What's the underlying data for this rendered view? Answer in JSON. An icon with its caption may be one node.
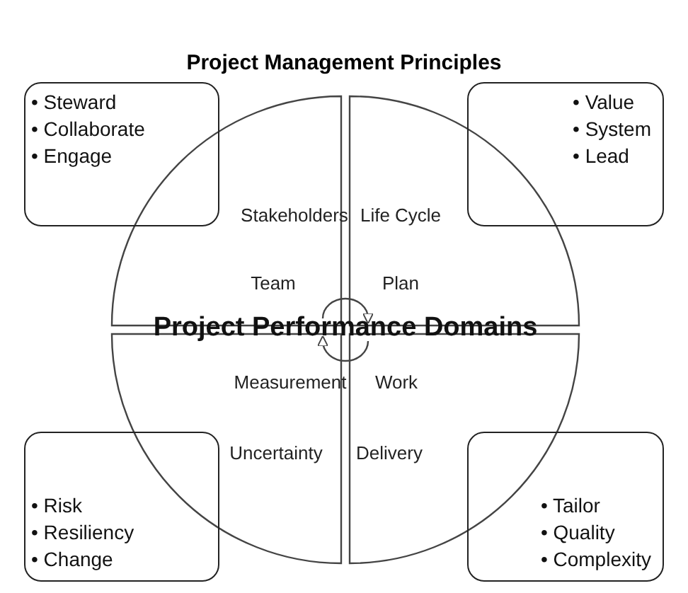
{
  "diagram": {
    "title": "Project Management Principles",
    "nodes": [
      {
        "text": [
          "• Steward",
          "• Collaborate",
          "• Engage"
        ]
      },
      {
        "text": [
          "• Value",
          "• System",
          "• Lead"
        ]
      },
      {
        "text": [
          "Stakeholders",
          "Team"
        ]
      },
      {
        "text": [
          "Life Cycle",
          "Plan"
        ]
      },
      {
        "text": [
          "Measurement",
          "Uncertainty"
        ]
      },
      {
        "text": [
          "Work",
          "Delivery"
        ]
      },
      {
        "text": [
          "• Risk",
          "• Resiliency",
          "• Change"
        ]
      },
      {
        "text": [
          "• Tailor",
          "• Quality",
          "• Complexity"
        ]
      }
    ],
    "edges": [
      {
        "from": 2,
        "to": 3,
        "arrow": "to"
      },
      {
        "from": 5,
        "to": 4,
        "arrow": "to"
      }
    ],
    "labels": [
      "Project Performance Domains"
    ]
  }
}
